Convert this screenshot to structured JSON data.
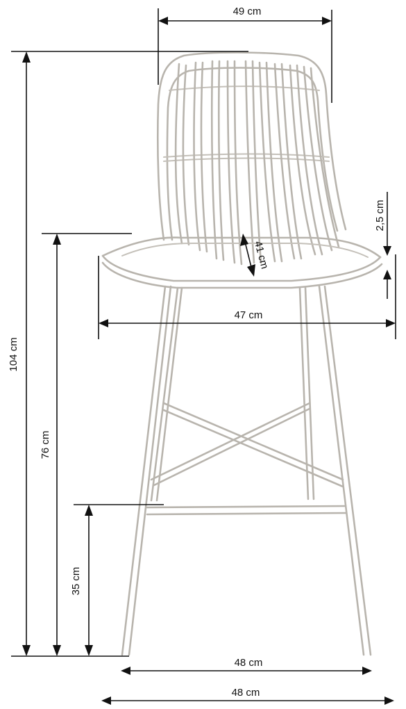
{
  "diagram": {
    "subject": "bar-stool-dimension-drawing",
    "colors": {
      "lines": "#111111",
      "chair_outline": "#b8b4ad"
    },
    "dimensions": {
      "backrest_width": "49 cm",
      "total_height": "104 cm",
      "seat_height": "76 cm",
      "footrest_height": "35 cm",
      "seat_width": "47 cm",
      "seat_depth": "41 cm",
      "seat_thickness": "2,5 cm",
      "leg_span_depth": "48 cm",
      "leg_span_width": "48 cm"
    }
  }
}
